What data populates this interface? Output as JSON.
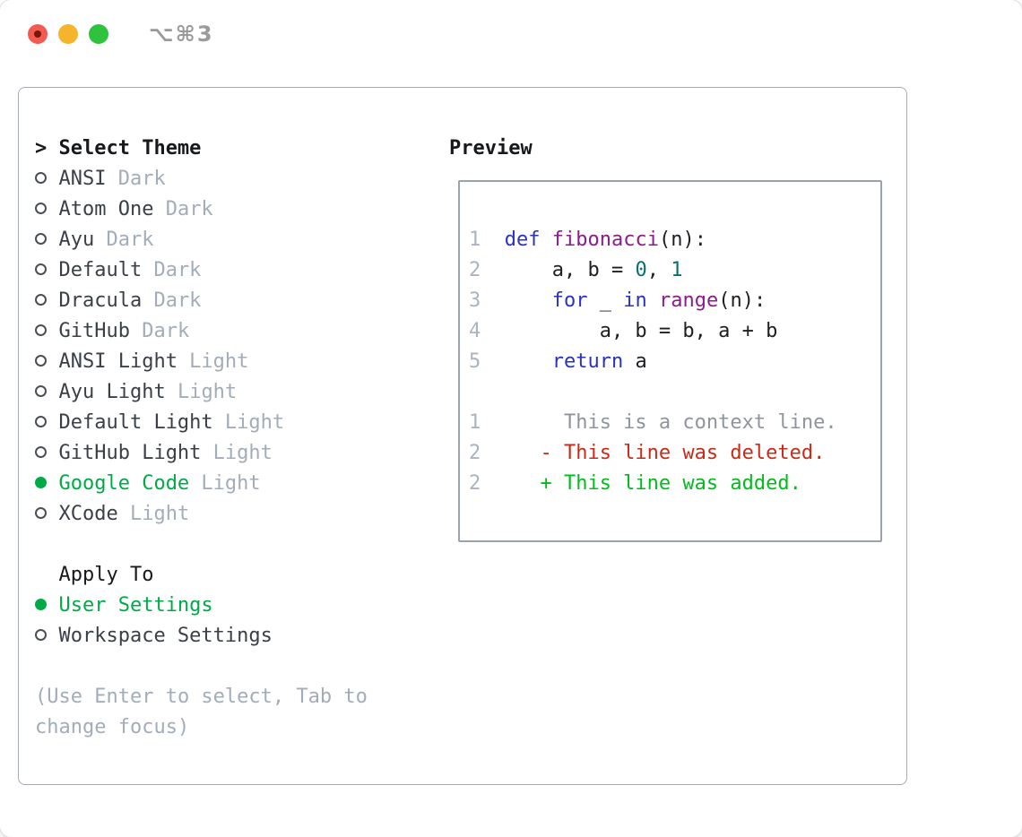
{
  "window": {
    "title": "⌥⌘3"
  },
  "titlebar": {
    "buttons": [
      {
        "name": "close-button",
        "color": "#f15b51"
      },
      {
        "name": "minimize-button",
        "color": "#f6b42d"
      },
      {
        "name": "zoom-button",
        "color": "#2fc23f"
      }
    ]
  },
  "theme_list": {
    "prompt": ">",
    "header": "Select Theme",
    "items": [
      {
        "name": "ANSI",
        "variant": "Dark",
        "selected": false
      },
      {
        "name": "Atom One",
        "variant": "Dark",
        "selected": false
      },
      {
        "name": "Ayu",
        "variant": "Dark",
        "selected": false
      },
      {
        "name": "Default",
        "variant": "Dark",
        "selected": false
      },
      {
        "name": "Dracula",
        "variant": "Dark",
        "selected": false
      },
      {
        "name": "GitHub",
        "variant": "Dark",
        "selected": false
      },
      {
        "name": "ANSI Light",
        "variant": "Light",
        "selected": false
      },
      {
        "name": "Ayu Light",
        "variant": "Light",
        "selected": false
      },
      {
        "name": "Default Light",
        "variant": "Light",
        "selected": false
      },
      {
        "name": "GitHub Light",
        "variant": "Light",
        "selected": false
      },
      {
        "name": "Google Code",
        "variant": "Light",
        "selected": true
      },
      {
        "name": "XCode",
        "variant": "Light",
        "selected": false
      }
    ]
  },
  "apply_to": {
    "header": "Apply To",
    "options": [
      {
        "label": "User Settings",
        "selected": true
      },
      {
        "label": "Workspace Settings",
        "selected": false
      }
    ]
  },
  "help_text": "(Use Enter to select, Tab to change focus)",
  "preview": {
    "header": "Preview",
    "lines": [
      {
        "num": "1",
        "kind": "code",
        "segments": [
          {
            "c": "kw",
            "t": "def"
          },
          {
            "c": "pln",
            "t": " "
          },
          {
            "c": "fn",
            "t": "fibonacci"
          },
          {
            "c": "pln",
            "t": "(n):"
          }
        ]
      },
      {
        "num": "2",
        "kind": "code",
        "segments": [
          {
            "c": "pln",
            "t": "    a, b = "
          },
          {
            "c": "lit",
            "t": "0"
          },
          {
            "c": "pln",
            "t": ", "
          },
          {
            "c": "lit",
            "t": "1"
          }
        ]
      },
      {
        "num": "3",
        "kind": "code",
        "segments": [
          {
            "c": "pln",
            "t": "    "
          },
          {
            "c": "kw",
            "t": "for"
          },
          {
            "c": "pln",
            "t": " _ "
          },
          {
            "c": "kw",
            "t": "in"
          },
          {
            "c": "pln",
            "t": " "
          },
          {
            "c": "fn",
            "t": "range"
          },
          {
            "c": "pln",
            "t": "(n):"
          }
        ]
      },
      {
        "num": "4",
        "kind": "code",
        "segments": [
          {
            "c": "pln",
            "t": "        a, b = b, a + b"
          }
        ]
      },
      {
        "num": "5",
        "kind": "code",
        "segments": [
          {
            "c": "pln",
            "t": "    "
          },
          {
            "c": "kw",
            "t": "return"
          },
          {
            "c": "pln",
            "t": " a"
          }
        ]
      },
      {
        "num": "",
        "kind": "blank",
        "segments": []
      },
      {
        "num": "1",
        "kind": "context",
        "segments": [
          {
            "c": "ctx",
            "t": "     This is a context line."
          }
        ]
      },
      {
        "num": "2",
        "kind": "deleted",
        "segments": [
          {
            "c": "del",
            "t": "   - This line was deleted."
          }
        ]
      },
      {
        "num": "2",
        "kind": "added",
        "segments": [
          {
            "c": "add",
            "t": "   + This line was added."
          }
        ]
      }
    ]
  },
  "colors": {
    "accent_green": "#00ab47",
    "muted_gray": "#a3adba",
    "text_dark": "#3a3f48",
    "keyword_blue": "#2a32c2",
    "function_purple": "#8e1b8e",
    "number_teal": "#0a6f6f",
    "diff_deleted_red": "#cb2a18",
    "diff_added_green": "#00bd1c",
    "traffic_red": "#f15b51",
    "traffic_yellow": "#f6b42d",
    "traffic_green": "#2fc23f"
  }
}
